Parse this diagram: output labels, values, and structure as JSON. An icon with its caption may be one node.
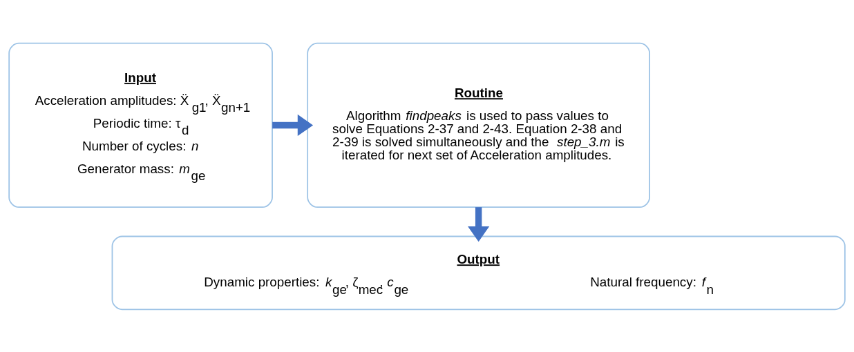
{
  "diagram": {
    "nodes": [
      {
        "text": [
          "Input",
          "Acceleration amplitudes: Ẍ$_{g1}$, Ẍ$_{gn+1}$",
          "Periodic time: τ$_{d}$",
          "Number of cycles: *n*",
          "Generator mass: *m*$_{ge}$"
        ]
      },
      {
        "text": [
          "Routine",
          "Algorithm *findpeaks* is used to pass values to solve Equations 2-37 and 2-43. Equation 2-38 and 2-39 is solved simultaneously and the *step_3.m* is iterated for next set of Acceleration amplitudes."
        ]
      },
      {
        "text": [
          "Output",
          "Dynamic properties: *k*$_{ge}$, ζ$_{mec}$, *c*$_{ge}$",
          "Natural frequency: *f*$_{n}$"
        ]
      }
    ],
    "edges": [
      {
        "from": 0,
        "to": 1,
        "arrow": "to"
      },
      {
        "from": 1,
        "to": 2,
        "arrow": "to"
      }
    ]
  }
}
